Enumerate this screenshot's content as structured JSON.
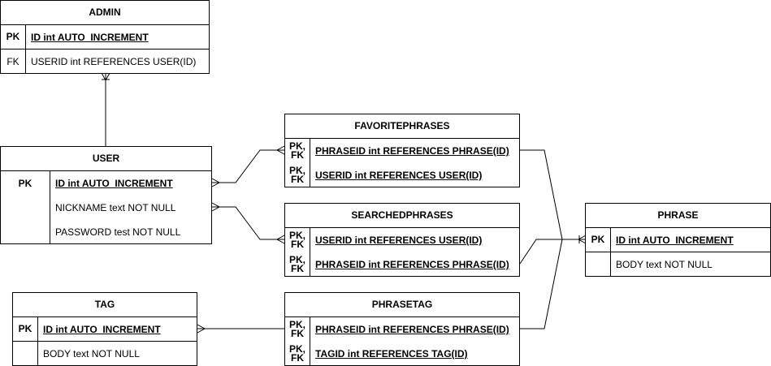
{
  "entities": {
    "admin": {
      "title": "ADMIN",
      "rows": [
        {
          "key": "PK",
          "field": "ID int  AUTO_INCREMENT"
        },
        {
          "key": "FK",
          "field": "USERID int REFERENCES USER(ID)"
        }
      ]
    },
    "user": {
      "title": "USER",
      "rows": [
        {
          "key": "PK",
          "field": "ID int  AUTO_INCREMENT"
        },
        {
          "key": "",
          "field": "NICKNAME text NOT NULL"
        },
        {
          "key": "",
          "field": "PASSWORD test NOT NULL"
        }
      ]
    },
    "favoritephrases": {
      "title": "FAVORITEPHRASES",
      "rows": [
        {
          "key": "PK,\nFK",
          "field": "PHRASEID int REFERENCES PHRASE(ID)"
        },
        {
          "key": "PK,\nFK",
          "field": "USERID int REFERENCES USER(ID)"
        }
      ]
    },
    "searchedphrases": {
      "title": "SEARCHEDPHRASES",
      "rows": [
        {
          "key": "PK,\nFK",
          "field": "USERID int REFERENCES USER(ID)"
        },
        {
          "key": "PK,\nFK",
          "field": "PHRASEID int REFERENCES PHRASE(ID)"
        }
      ]
    },
    "phrasetag": {
      "title": "PHRASETAG",
      "rows": [
        {
          "key": "PK,\nFK",
          "field": "PHRASEID int REFERENCES PHRASE(ID)"
        },
        {
          "key": "PK,\nFK",
          "field": "TAGID int REFERENCES TAG(ID)"
        }
      ]
    },
    "phrase": {
      "title": "PHRASE",
      "rows": [
        {
          "key": "PK",
          "field": "ID int  AUTO_INCREMENT"
        },
        {
          "key": "",
          "field": "BODY text NOT NULL"
        }
      ]
    },
    "tag": {
      "title": "TAG",
      "rows": [
        {
          "key": "PK",
          "field": "ID int  AUTO_INCREMENT"
        },
        {
          "key": "",
          "field": "BODY text NOT NULL"
        }
      ]
    }
  }
}
